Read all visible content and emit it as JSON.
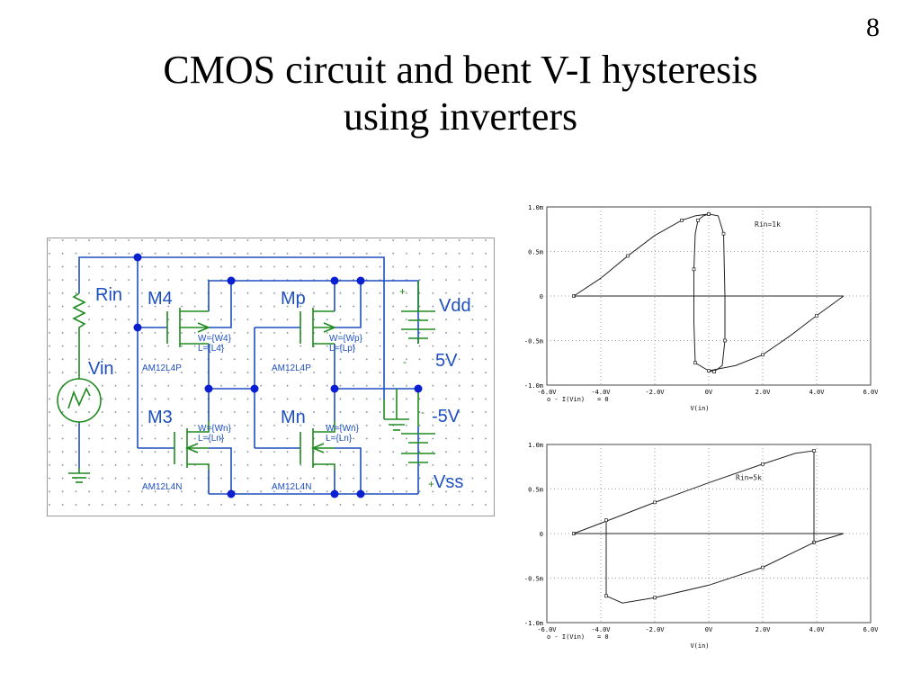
{
  "slide": {
    "page_number": "8",
    "title_line1": "CMOS circuit and bent V-I hysteresis",
    "title_line2": "using inverters"
  },
  "schematic": {
    "labels": {
      "rin": "Rin",
      "vin": "Vin",
      "m4": "M4",
      "mp": "Mp",
      "m3": "M3",
      "mn": "Mn",
      "vdd": "Vdd",
      "vss": "Vss",
      "v5": "5V",
      "vm5": "-5V",
      "plus_top": "+",
      "minus_mid": "-",
      "minus_mid2": "-",
      "plus_bot": "+",
      "m4_w": "W={W4}",
      "m4_l": "L={L4}",
      "mp_w": "W={Wp}",
      "mp_l": "L={Lp}",
      "m3_w": "W={Wn}",
      "m3_l": "L={Ln}",
      "mn_w": "W={Wn}",
      "mn_l": "L={Ln}",
      "m4_model": "AM12L4P",
      "mp_model": "AM12L4P",
      "m3_model": "AM12L4N",
      "mn_model": "AM12L4N"
    },
    "colors": {
      "wire": "#1d4fbf",
      "component": "#1f8a1f",
      "node": "#0a1fd0"
    }
  },
  "chart_data": [
    {
      "type": "line",
      "annotation": "Rin=1k",
      "xlabel": "V(in)",
      "legend": [
        "o - I(Vin)",
        "= 0"
      ],
      "xlim": [
        -6,
        6
      ],
      "ylim": [
        -1,
        1
      ],
      "x_ticks": [
        "-6.0V",
        "-4.0V",
        "-2.0V",
        "0V",
        "2.0V",
        "4.0V",
        "6.0V"
      ],
      "y_ticks": [
        "1.0m",
        "0.5m",
        "0",
        "-0.5m",
        "-1.0m"
      ],
      "x_tick_values": [
        -6,
        -4,
        -2,
        0,
        2,
        4,
        6
      ],
      "y_tick_values": [
        1,
        0.5,
        0,
        -0.5,
        -1
      ],
      "series": [
        {
          "x": [
            -5,
            -4,
            -3,
            -2,
            -1,
            -0.5,
            0,
            0.35,
            0.55,
            0.6,
            0.6,
            0.5,
            0.2,
            0,
            -0.5,
            -0.55,
            -0.55,
            -0.5,
            -0.4,
            -0.2,
            0
          ],
          "y": [
            0,
            0.2,
            0.45,
            0.68,
            0.85,
            0.9,
            0.92,
            0.9,
            0.7,
            0,
            -0.5,
            -0.78,
            -0.85,
            -0.84,
            -0.75,
            -0.3,
            0.3,
            0.7,
            0.85,
            0.9,
            0.92
          ]
        },
        {
          "x": [
            0,
            1,
            2,
            3,
            4,
            5
          ],
          "y": [
            -0.84,
            -0.78,
            -0.66,
            -0.45,
            -0.22,
            0
          ]
        },
        {
          "x": [
            -5,
            5
          ],
          "y": [
            0,
            0
          ]
        }
      ]
    },
    {
      "type": "line",
      "annotation": "Rin=5k",
      "xlabel": "V(in)",
      "legend": [
        "o - I(Vin)",
        "= 0"
      ],
      "xlim": [
        -6,
        6
      ],
      "ylim": [
        -1,
        1
      ],
      "x_ticks": [
        "-6.0V",
        "-4.0V",
        "-2.0V",
        "0V",
        "2.0V",
        "4.0V",
        "6.0V"
      ],
      "y_ticks": [
        "1.0m",
        "0.5m",
        "0",
        "-0.5m",
        "-1.0m"
      ],
      "x_tick_values": [
        -6,
        -4,
        -2,
        0,
        2,
        4,
        6
      ],
      "y_tick_values": [
        1,
        0.5,
        0,
        -0.5,
        -1
      ],
      "series": [
        {
          "x": [
            -5,
            -3.7,
            -2,
            0,
            2,
            3.2,
            3.9,
            3.9,
            3.9,
            5
          ],
          "y": [
            0,
            0.15,
            0.35,
            0.57,
            0.78,
            0.9,
            0.93,
            0.45,
            -0.1,
            0
          ]
        },
        {
          "x": [
            -3.8,
            -3.8,
            -3.8,
            -3.2,
            -2,
            0,
            2,
            3.9
          ],
          "y": [
            0.15,
            -0.05,
            -0.7,
            -0.78,
            -0.72,
            -0.58,
            -0.38,
            -0.1
          ]
        },
        {
          "x": [
            -5,
            5
          ],
          "y": [
            0,
            0
          ]
        }
      ]
    }
  ]
}
